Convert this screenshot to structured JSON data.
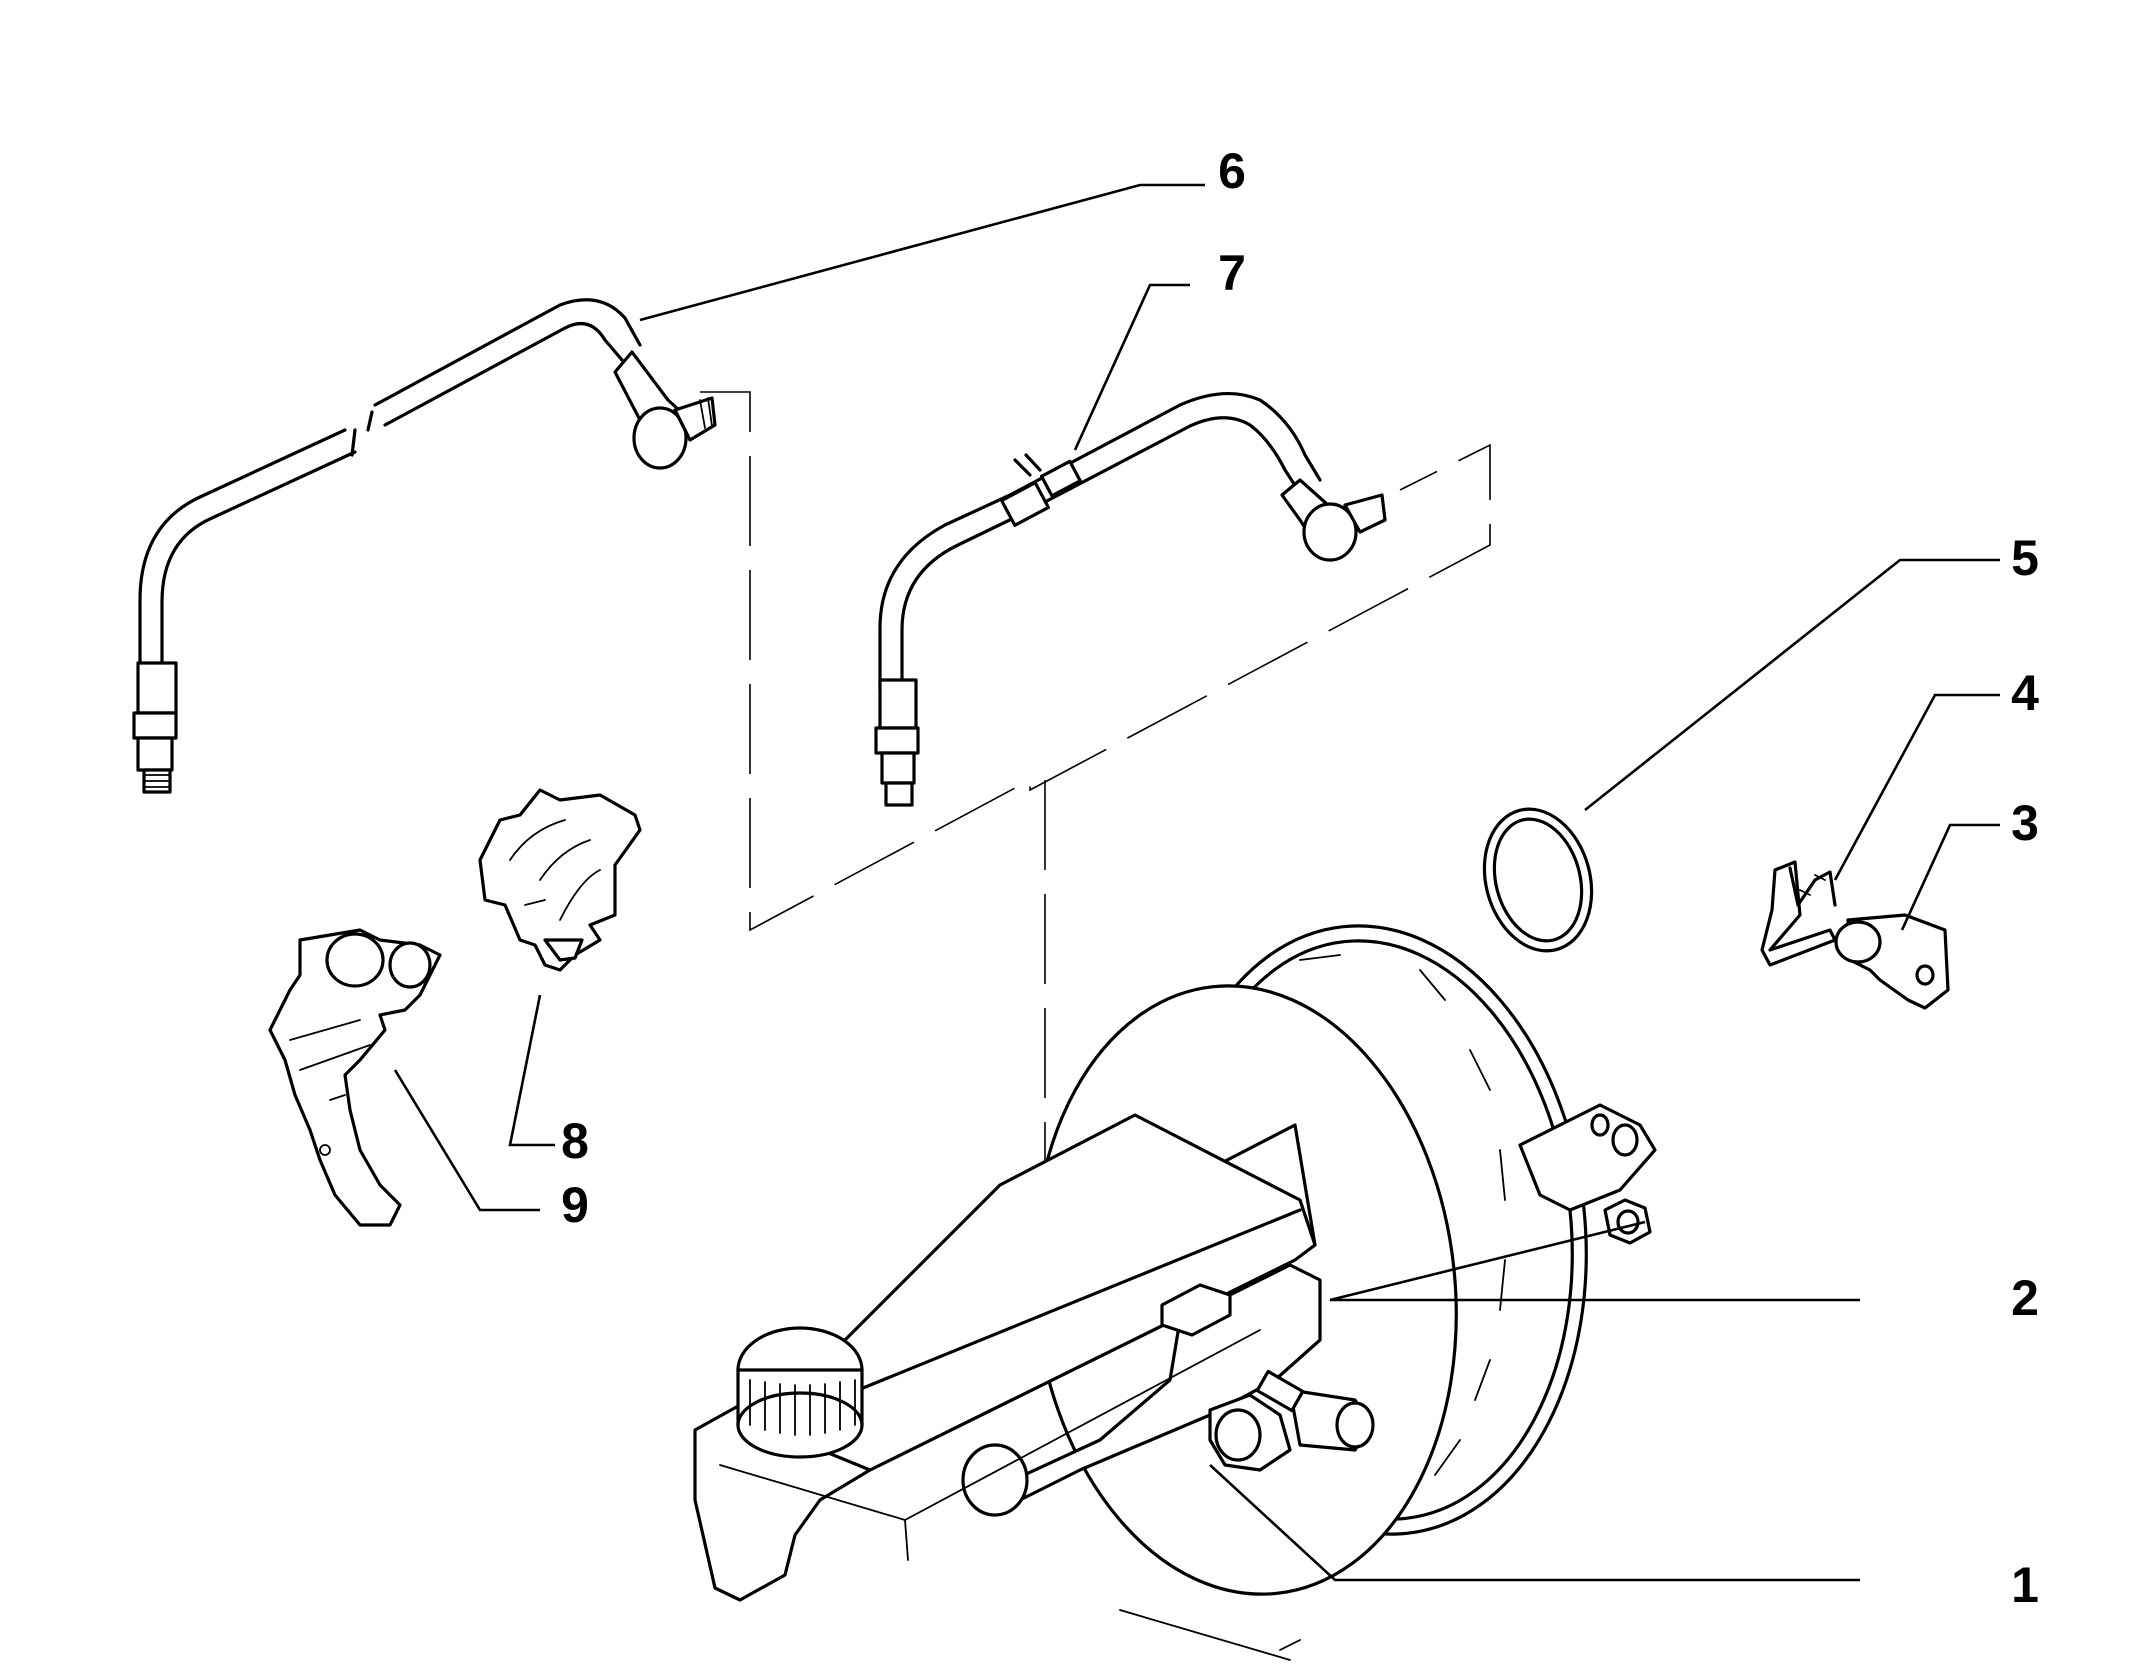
{
  "callouts": [
    {
      "id": "1",
      "label": "1"
    },
    {
      "id": "2",
      "label": "2"
    },
    {
      "id": "3",
      "label": "3"
    },
    {
      "id": "4",
      "label": "4"
    },
    {
      "id": "5",
      "label": "5"
    },
    {
      "id": "6",
      "label": "6"
    },
    {
      "id": "7",
      "label": "7"
    },
    {
      "id": "8",
      "label": "8"
    },
    {
      "id": "9",
      "label": "9"
    }
  ],
  "colors": {
    "ink": "#000000",
    "paper": "#ffffff"
  }
}
